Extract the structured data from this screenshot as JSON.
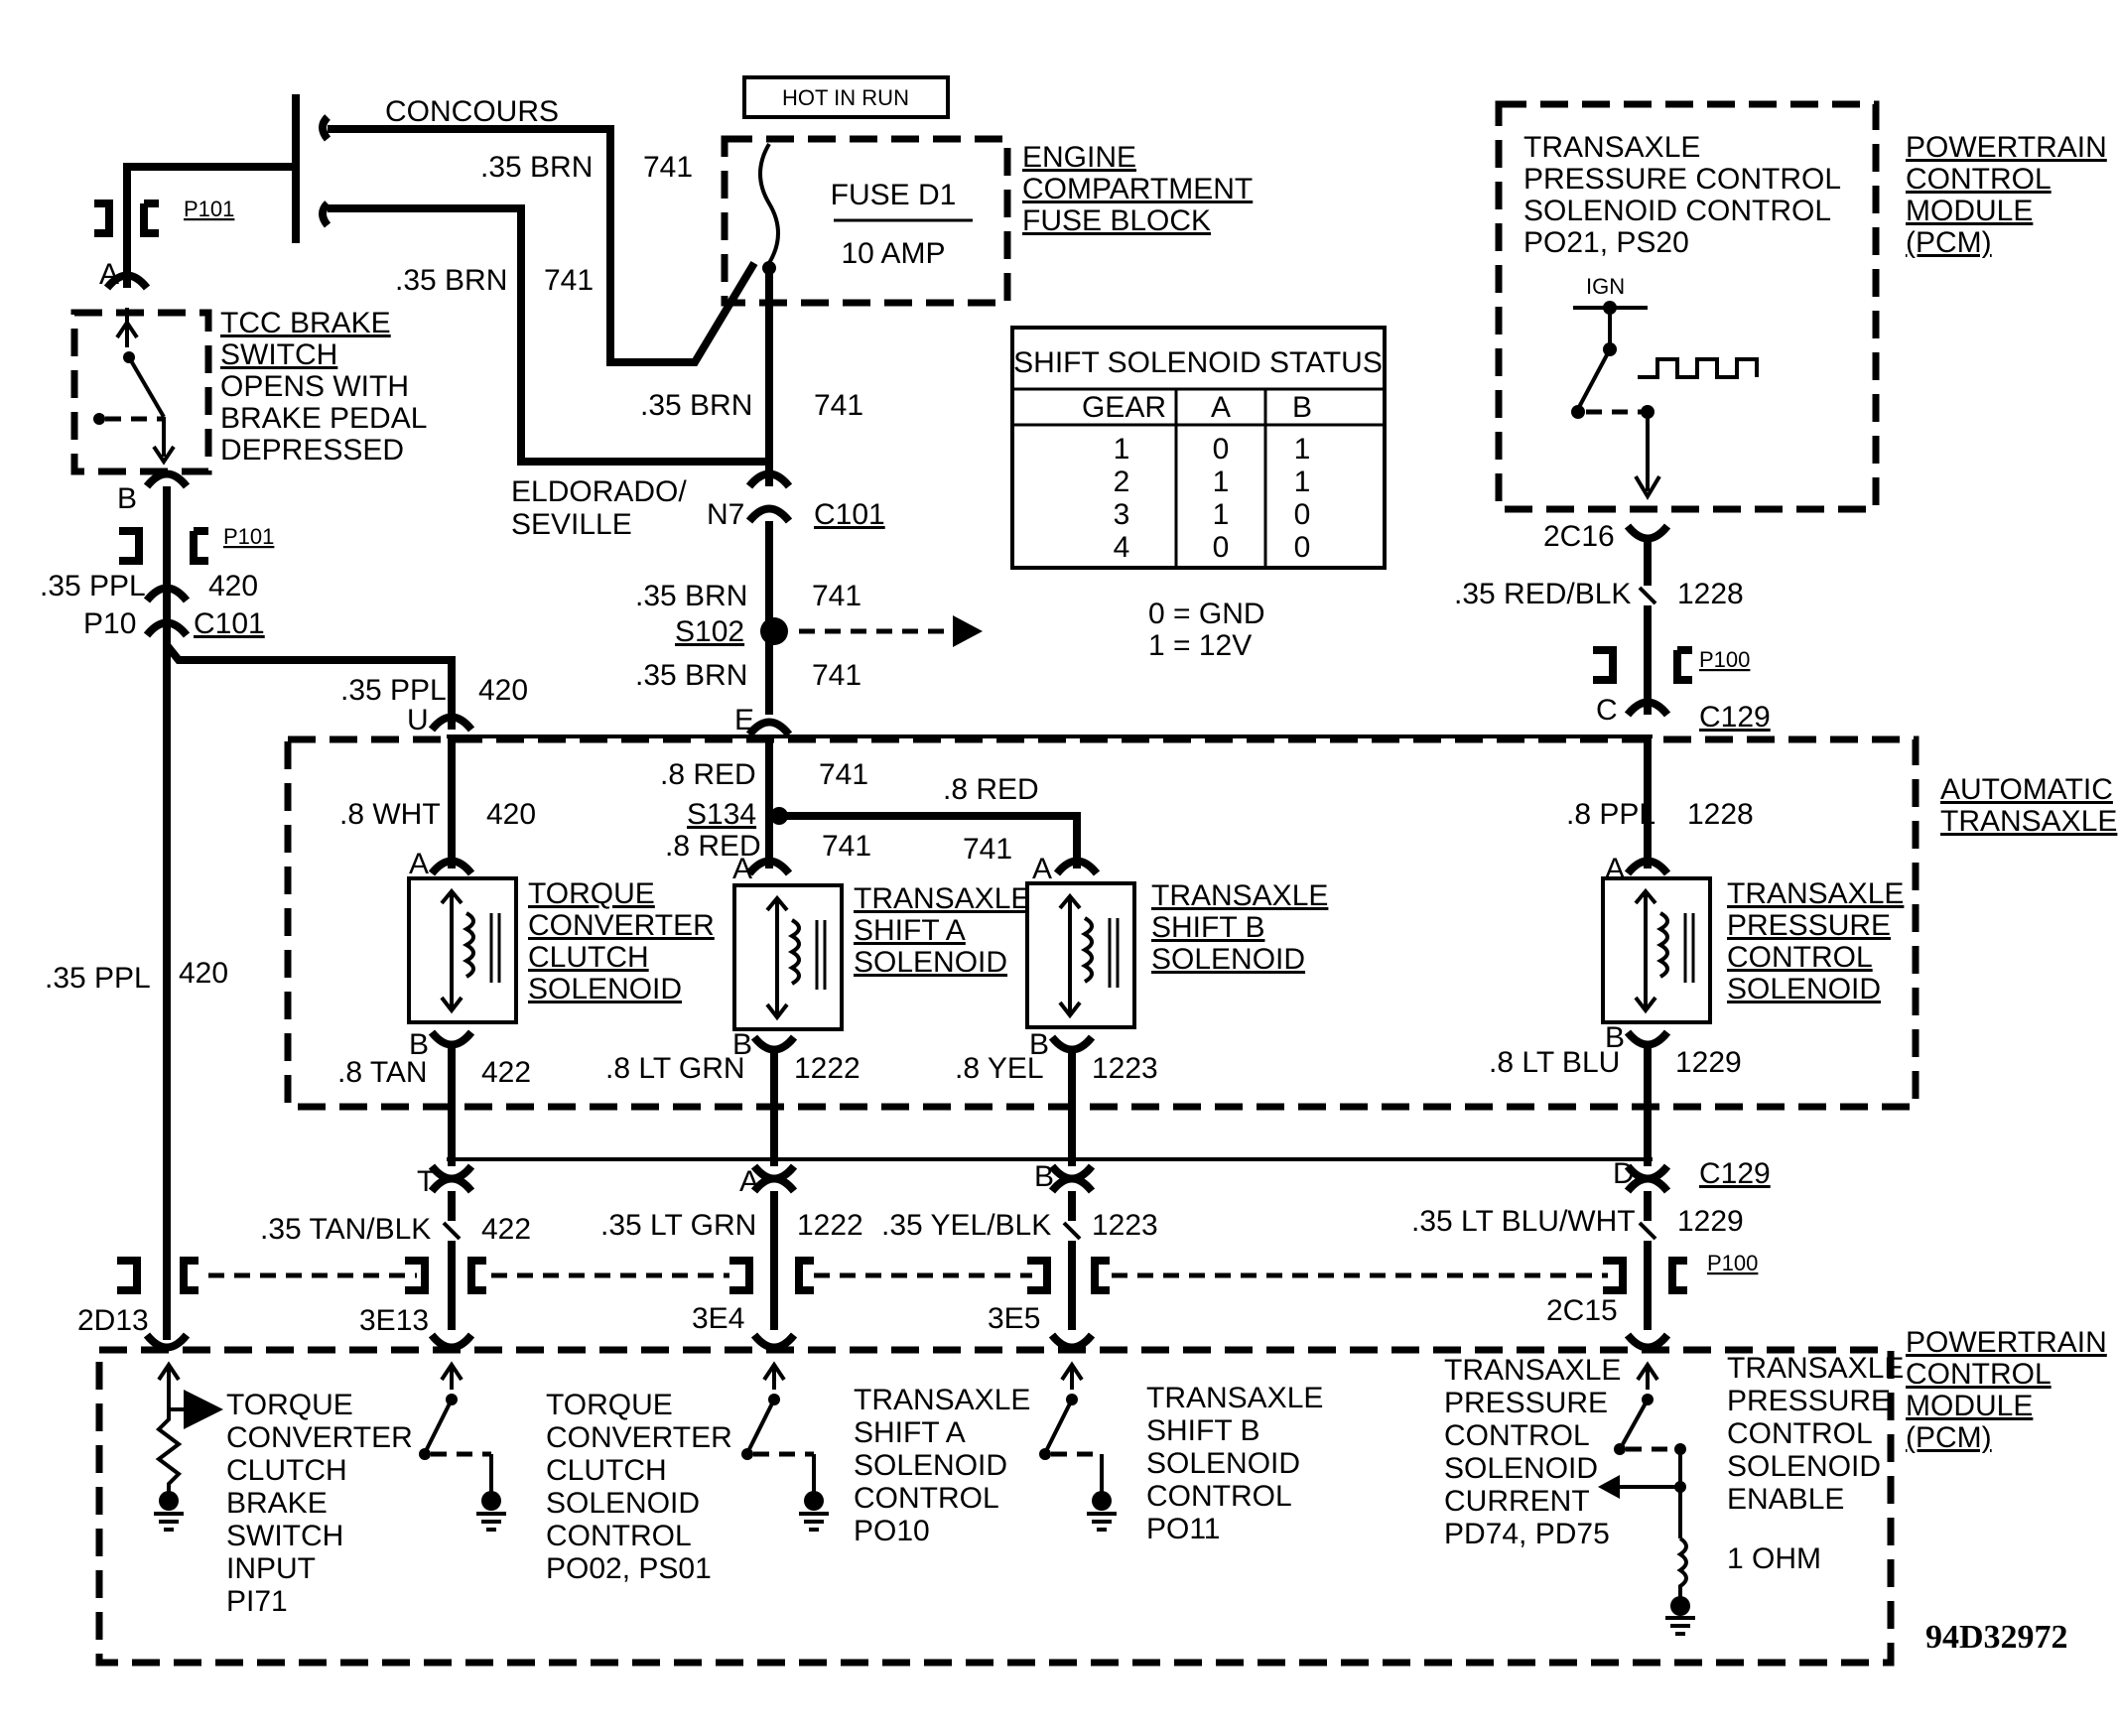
{
  "top": {
    "concours": "CONCOURS",
    "hot_in_run": "HOT IN RUN",
    "eldorado": "ELDORADO/",
    "seville": "SEVILLE"
  },
  "fuse_block": {
    "name": [
      "ENGINE",
      "COMPARTMENT",
      "FUSE BLOCK"
    ],
    "fuse": "FUSE D1",
    "rating": "10 AMP"
  },
  "tcc_brake_switch": {
    "lines": [
      "TCC BRAKE",
      "SWITCH",
      "OPENS WITH",
      "BRAKE PEDAL",
      "DEPRESSED"
    ]
  },
  "pcm_top": {
    "name": [
      "POWERTRAIN",
      "CONTROL",
      "MODULE",
      "(PCM)"
    ],
    "desc": [
      "TRANSAXLE",
      "PRESSURE CONTROL",
      "SOLENOID CONTROL",
      "PO21, PS20"
    ],
    "ign": "IGN"
  },
  "automatic_transaxle": [
    "AUTOMATIC",
    "TRANSAXLE"
  ],
  "shift_solenoid_status": {
    "title": "SHIFT SOLENOID STATUS",
    "headers": [
      "GEAR",
      "A",
      "B"
    ],
    "rows": [
      [
        "1",
        "0",
        "1"
      ],
      [
        "2",
        "1",
        "1"
      ],
      [
        "3",
        "1",
        "0"
      ],
      [
        "4",
        "0",
        "0"
      ]
    ],
    "legend": [
      "0 = GND",
      "1 = 12V"
    ]
  },
  "solenoids": {
    "tcc": [
      "TORQUE",
      "CONVERTER",
      "CLUTCH",
      "SOLENOID"
    ],
    "shift_a": [
      "TRANSAXLE",
      "SHIFT A",
      "SOLENOID"
    ],
    "shift_b": [
      "TRANSAXLE",
      "SHIFT B",
      "SOLENOID"
    ],
    "pressure": [
      "TRANSAXLE",
      "PRESSURE",
      "CONTROL",
      "SOLENOID"
    ]
  },
  "connectors": {
    "P101": "P101",
    "P100": "P100",
    "C101": "C101",
    "C129": "C129",
    "S102": "S102",
    "S134": "S134",
    "A": "A",
    "B": "B",
    "C": "C",
    "D": "D",
    "E": "E",
    "T": "T",
    "U": "U",
    "N7": "N7",
    "P10": "P10",
    "2C16": "2C16",
    "2C15": "2C15",
    "2D13": "2D13",
    "3E13": "3E13",
    "3E4": "3E4",
    "3E5": "3E5"
  },
  "wires": {
    "brn_035": ".35 BRN",
    "c741": "741",
    "ppl_035": ".35 PPL",
    "c420": "420",
    "wht_8": ".8 WHT",
    "red_8": ".8 RED",
    "redblk_035": ".35 RED/BLK",
    "c1228": "1228",
    "ppl_8": ".8 PPL",
    "tan_8": ".8 TAN",
    "c422": "422",
    "ltgrn_8": ".8 LT GRN",
    "c1222": "1222",
    "yel_8": ".8 YEL",
    "c1223": "1223",
    "ltblu_8": ".8 LT BLU",
    "c1229": "1229",
    "tanblk_035": ".35 TAN/BLK",
    "ltgrn_035": ".35 LT GRN",
    "yelblk_035": ".35 YEL/BLK",
    "ltbluwht_035": ".35 LT BLU/WHT"
  },
  "pcm_bottom": {
    "name": [
      "POWERTRAIN",
      "CONTROL",
      "MODULE",
      "(PCM)"
    ],
    "tcc_input": [
      "TORQUE",
      "CONVERTER",
      "CLUTCH",
      "BRAKE",
      "SWITCH",
      "INPUT",
      "PI71"
    ],
    "tcc_control": [
      "TORQUE",
      "CONVERTER",
      "CLUTCH",
      "SOLENOID",
      "CONTROL",
      "PO02, PS01"
    ],
    "shift_a_control": [
      "TRANSAXLE",
      "SHIFT A",
      "SOLENOID",
      "CONTROL",
      "PO10"
    ],
    "shift_b_control": [
      "TRANSAXLE",
      "SHIFT B",
      "SOLENOID",
      "CONTROL",
      "PO11"
    ],
    "pressure_current": [
      "TRANSAXLE",
      "PRESSURE",
      "CONTROL",
      "SOLENOID",
      "CURRENT",
      "PD74, PD75"
    ],
    "pressure_enable": [
      "TRANSAXLE",
      "PRESSURE",
      "CONTROL",
      "SOLENOID",
      "ENABLE"
    ],
    "ohm": "1 OHM"
  },
  "figure_code": "94D32972"
}
